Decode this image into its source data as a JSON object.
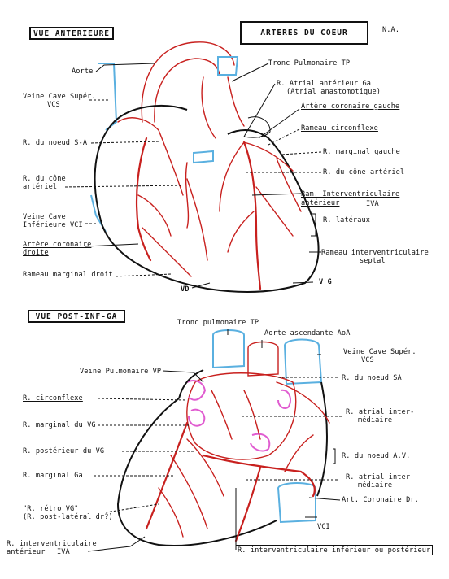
{
  "top": {
    "title_left": "VUE ANTERIEURE",
    "title_right": "ARTERES DU COEUR",
    "initials": "N.A.",
    "labels": {
      "aorte": "Aorte",
      "vcs": "Veine Cave Supér.",
      "vcs_abbr": "VCS",
      "noeud_sa": "R. du noeud S-A",
      "cone1": "R. du cône",
      "cone2": "artériel",
      "vci1": "Veine Cave",
      "vci2": "Inférieure VCI",
      "acd1": "Artère coronaire",
      "acd2": "droite",
      "marg_droit": "Rameau marginal droit",
      "vd": "VD",
      "tp": "Tronc Pulmonaire TP",
      "atrial1": "R. Atrial antérieur Ga",
      "atrial2": "(Atrial anastomotique)",
      "acg": "Artère coronaire gauche",
      "circ": "Rameau circonflexe",
      "marg_g": "R. marginal gauche",
      "cone_art": "R. du cône artériel",
      "iva1": "Ram. Interventriculaire",
      "iva2": "antérieur",
      "iva3": "IVA",
      "lateraux": "R. latéraux",
      "septal1": "Rameau interventriculaire",
      "septal2": "septal",
      "vg": "V G"
    }
  },
  "bottom": {
    "title_left": "VUE POST-INF-GA",
    "labels": {
      "tp": "Tronc pulmonaire TP",
      "aoa": "Aorte ascendante AoA",
      "vcs": "Veine Cave Supér.",
      "vcs_abbr": "VCS",
      "vp": "Veine Pulmonaire VP",
      "noeud_sa": "R. du noeud SA",
      "circ": "R. circonflexe",
      "marg_vg": "R. marginal du VG",
      "atrial1": "R. atrial inter-",
      "atrial2": "médiaire",
      "post_vg": "R. postérieur du VG",
      "noeud_av": "R. du noeud A.V.",
      "marg_ga": "R. marginal Ga",
      "atrial_b1": "R. atrial inter",
      "atrial_b2": "médiaire",
      "acd": "Art. Coronaire Dr.",
      "retro1": "\"R. rétro VG\"",
      "retro2": "(R. post-latéral dr?)",
      "vci": "VCI",
      "iva1": "R. interventriculaire",
      "iva2": "antérieur",
      "iva3": "IVA",
      "ivp": "R. interventriculaire inférieur ou postérieur"
    }
  },
  "colors": {
    "artery": "#c8201e",
    "vessel": "#5ab0e0",
    "vein": "#e05cd0",
    "ink": "#111111"
  }
}
